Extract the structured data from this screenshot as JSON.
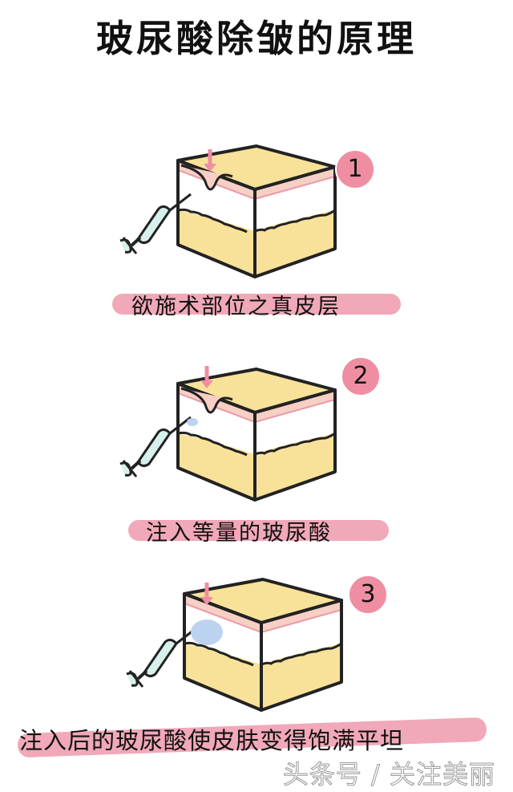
{
  "title": "玻尿酸除皱的原理",
  "steps": [
    {
      "number": "1",
      "caption": "欲施术部位之真皮层"
    },
    {
      "number": "2",
      "caption": "注入等量的玻尿酸"
    },
    {
      "number": "3",
      "caption": "注入后的玻尿酸使皮肤变得饱满平坦"
    }
  ],
  "watermark": "头条号 / 关注美丽",
  "colors": {
    "fat": "#f8e29a",
    "dermis_top": "#f7dcc8",
    "pink": "#ef8ea2",
    "filler": "#bcd3f0",
    "syringe": "#d8f0ec"
  }
}
